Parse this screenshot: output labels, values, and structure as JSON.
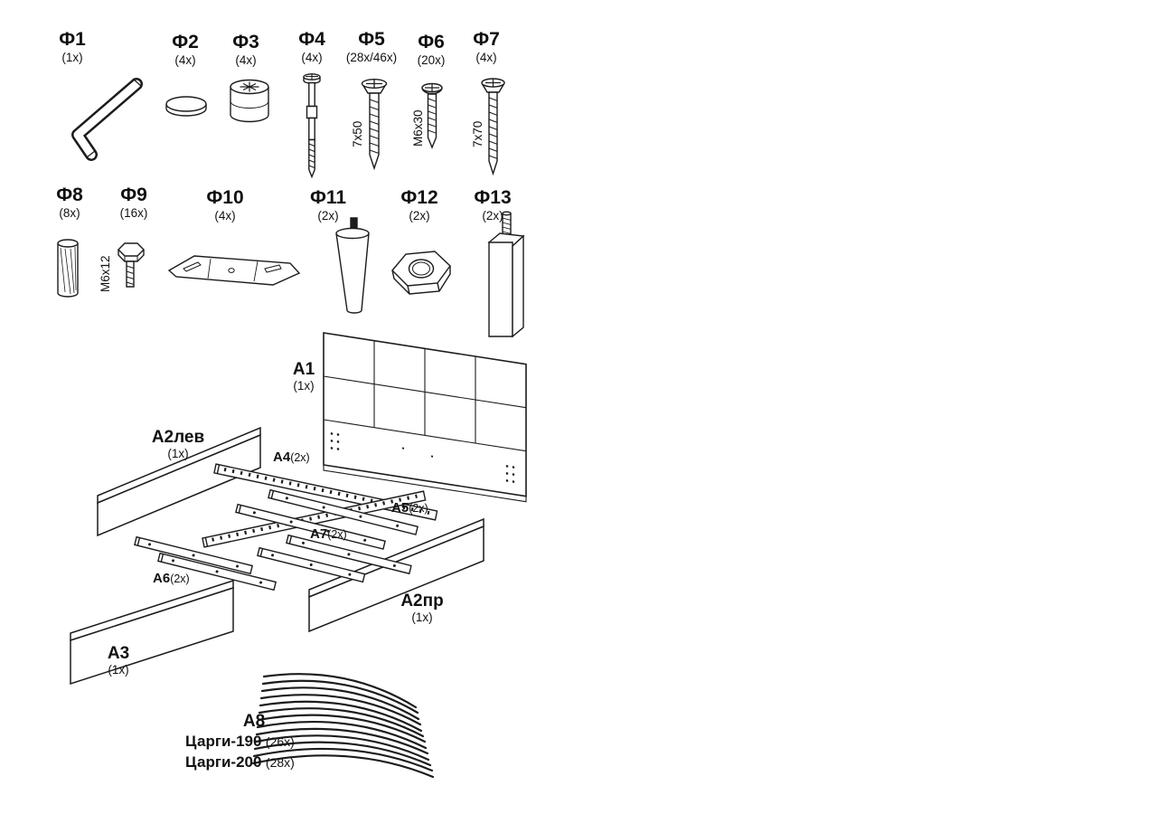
{
  "hardware": [
    {
      "id": "Ф1",
      "count": "(1x)",
      "size": ""
    },
    {
      "id": "Ф2",
      "count": "(4x)",
      "size": ""
    },
    {
      "id": "Ф3",
      "count": "(4x)",
      "size": ""
    },
    {
      "id": "Ф4",
      "count": "(4x)",
      "size": ""
    },
    {
      "id": "Ф5",
      "count": "(28x/46x)",
      "size": "7x50"
    },
    {
      "id": "Ф6",
      "count": "(20x)",
      "size": "M6x30"
    },
    {
      "id": "Ф7",
      "count": "(4x)",
      "size": "7x70"
    },
    {
      "id": "Ф8",
      "count": "(8x)",
      "size": ""
    },
    {
      "id": "Ф9",
      "count": "(16x)",
      "size": "M6x12"
    },
    {
      "id": "Ф10",
      "count": "(4x)",
      "size": ""
    },
    {
      "id": "Ф11",
      "count": "(2x)",
      "size": ""
    },
    {
      "id": "Ф12",
      "count": "(2x)",
      "size": ""
    },
    {
      "id": "Ф13",
      "count": "(2x)",
      "size": ""
    }
  ],
  "parts": [
    {
      "id": "A1",
      "count": "(1x)"
    },
    {
      "id": "А2лев",
      "count": "(1x)"
    },
    {
      "id": "А2пр",
      "count": "(1x)"
    },
    {
      "id": "A3",
      "count": "(1x)"
    },
    {
      "id": "A4",
      "count": "(2x)"
    },
    {
      "id": "A5",
      "count": "(2x)"
    },
    {
      "id": "A6",
      "count": "(2x)"
    },
    {
      "id": "A7",
      "count": "(2x)"
    },
    {
      "id": "A8",
      "count": ""
    }
  ],
  "slats": [
    {
      "name": "Царги-190",
      "count": "(26x)"
    },
    {
      "name": "Царги-200",
      "count": "(28x)"
    }
  ]
}
